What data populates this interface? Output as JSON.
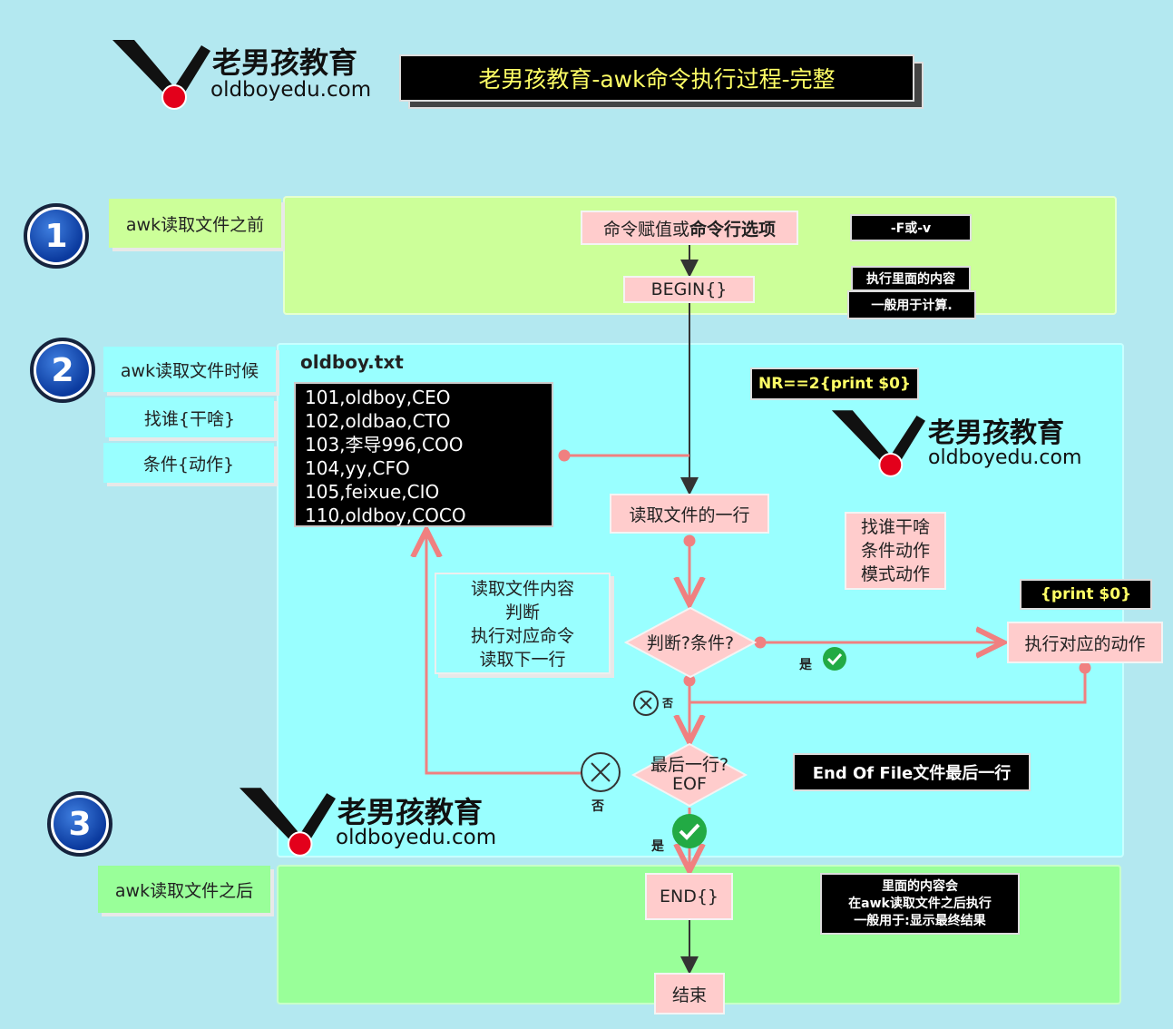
{
  "logo": {
    "cn": "老男孩教育",
    "en": "oldboyedu.com"
  },
  "title": "老男孩教育-awk命令执行过程-完整",
  "stages": [
    {
      "num": "1",
      "label": "awk读取文件之前"
    },
    {
      "num": "2",
      "label": "awk读取文件时候"
    },
    {
      "num": "3",
      "label": "awk读取文件之后"
    }
  ],
  "stage2_tags": [
    "找谁{干啥}",
    "条件{动作}"
  ],
  "flow": {
    "cmd_assign_a": "命令赋值或",
    "cmd_assign_b": "命令行选项",
    "begin": "BEGIN{}",
    "read_line": "读取文件的一行",
    "judge": "判断?条件?",
    "execute": "执行对应的动作",
    "last_line_a": "最后一行?",
    "last_line_b": "EOF",
    "end": "END{}",
    "finish": "结束"
  },
  "notes": {
    "fv": "-F或-v",
    "begin_a": "执行里面的内容",
    "begin_b": "一般用于计算.",
    "nr": "NR==2{print $0}",
    "print": "{print $0}",
    "eof": "End Of File文件最后一行",
    "end_a": "里面的内容会",
    "end_b": "在awk读取文件之后执行",
    "end_c": "一般用于:显示最终结果"
  },
  "pattern_box": [
    "找谁干啥",
    "条件动作",
    "模式动作"
  ],
  "loop_box": [
    "读取文件内容",
    "判断",
    "执行对应命令",
    "读取下一行"
  ],
  "file": {
    "name": "oldboy.txt",
    "lines": [
      "101,oldboy,CEO",
      "102,oldbao,CTO",
      "103,李导996,COO",
      "104,yy,CFO",
      "105,feixue,CIO",
      "110,oldboy,COCO"
    ]
  },
  "labels": {
    "yes": "是",
    "no": "否"
  },
  "colors": {
    "zone1": "#ccff99",
    "zone2": "#99ffff",
    "zone3": "#99ff99",
    "node": "#ffcccc",
    "arrow": "#f08080",
    "title_text": "#ffff66"
  }
}
